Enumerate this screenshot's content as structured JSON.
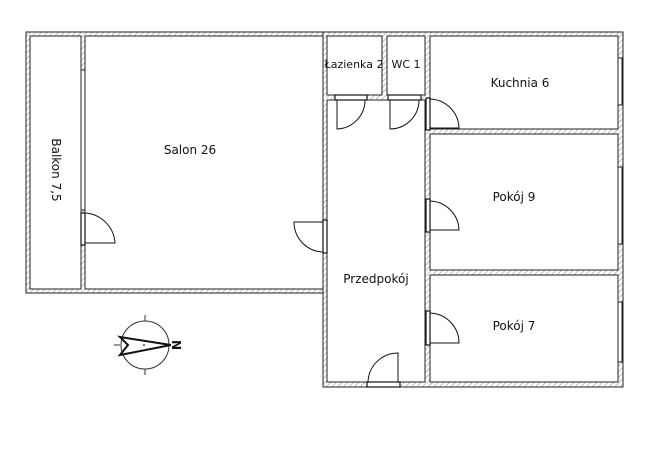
{
  "plan": {
    "rooms": {
      "balkon": "Balkon 7,5",
      "salon": "Salon 26",
      "lazienka": "Łazienka 2",
      "wc": "WC 1",
      "kuchnia": "Kuchnia 6",
      "pokoj9": "Pokój 9",
      "pokoj7": "Pokój 7",
      "przedpokoj": "Przedpokój"
    },
    "compass": {
      "label": "N"
    }
  }
}
